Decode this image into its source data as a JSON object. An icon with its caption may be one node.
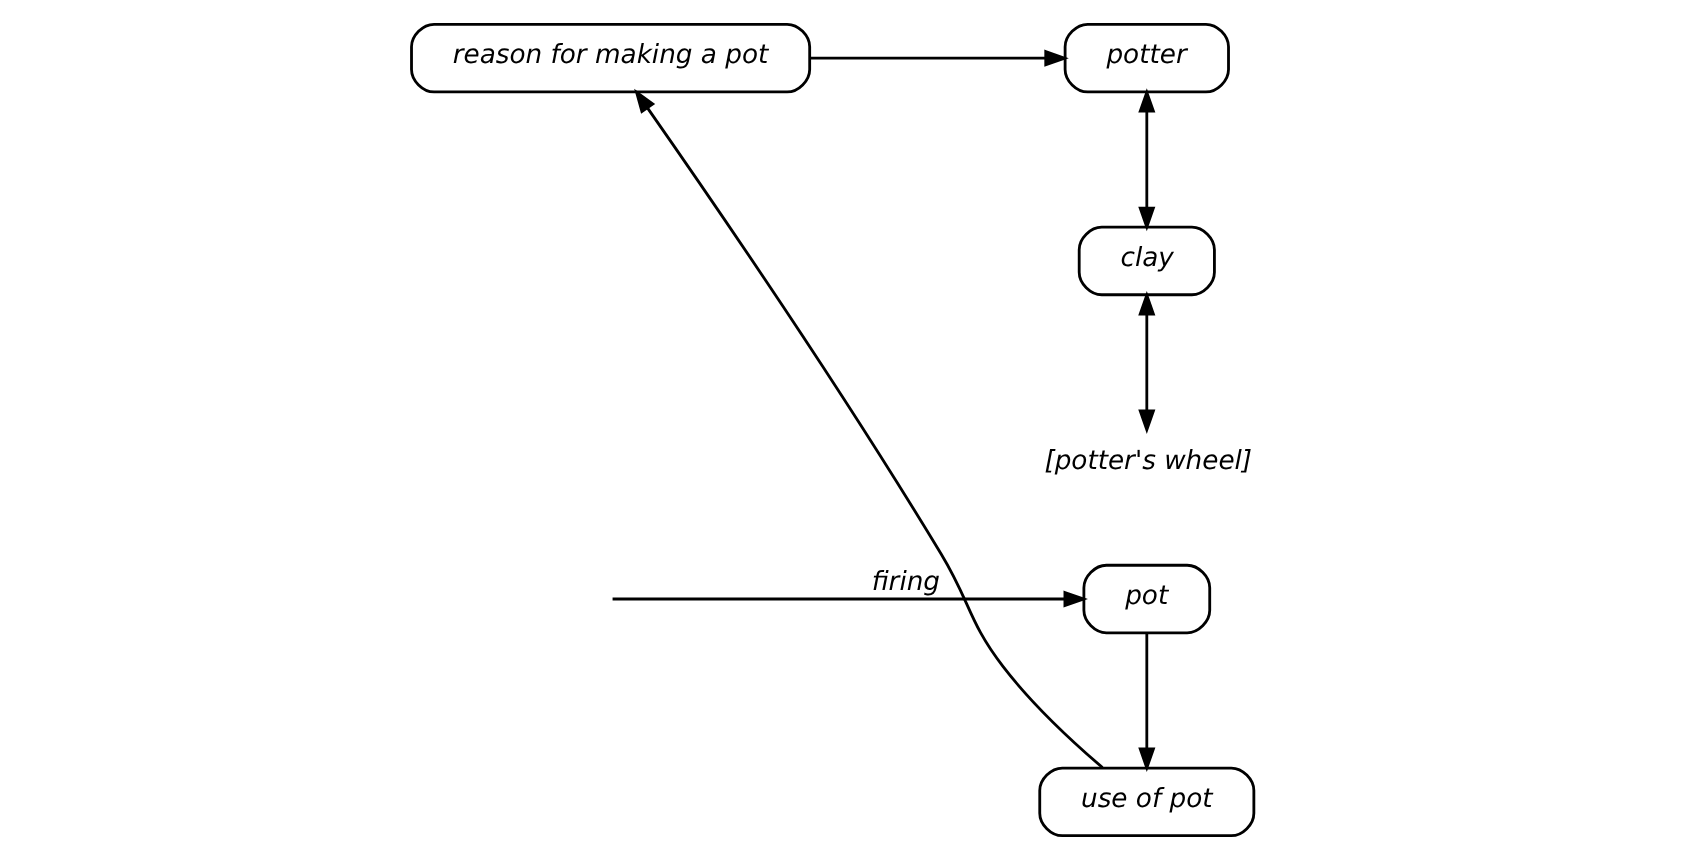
{
  "diagram": {
    "nodes": [
      {
        "text": [
          "reason for making a pot"
        ]
      },
      {
        "text": [
          "potter"
        ]
      },
      {
        "text": [
          "clay"
        ]
      },
      {
        "text": [
          "[potter's wheel]"
        ]
      },
      {
        "text": [
          "pot"
        ]
      },
      {
        "text": [
          "use of pot"
        ]
      }
    ],
    "edges": [
      {
        "from": 0,
        "to": 1,
        "arrow": "to"
      },
      {
        "from": 1,
        "to": 2,
        "arrow": "both"
      },
      {
        "from": 2,
        "to": 3,
        "arrow": "both"
      },
      {
        "from": null,
        "to": 4,
        "arrow": "to",
        "label": "firing"
      },
      {
        "from": 4,
        "to": 5,
        "arrow": "to"
      },
      {
        "from": 5,
        "to": 0,
        "arrow": "to"
      }
    ]
  }
}
